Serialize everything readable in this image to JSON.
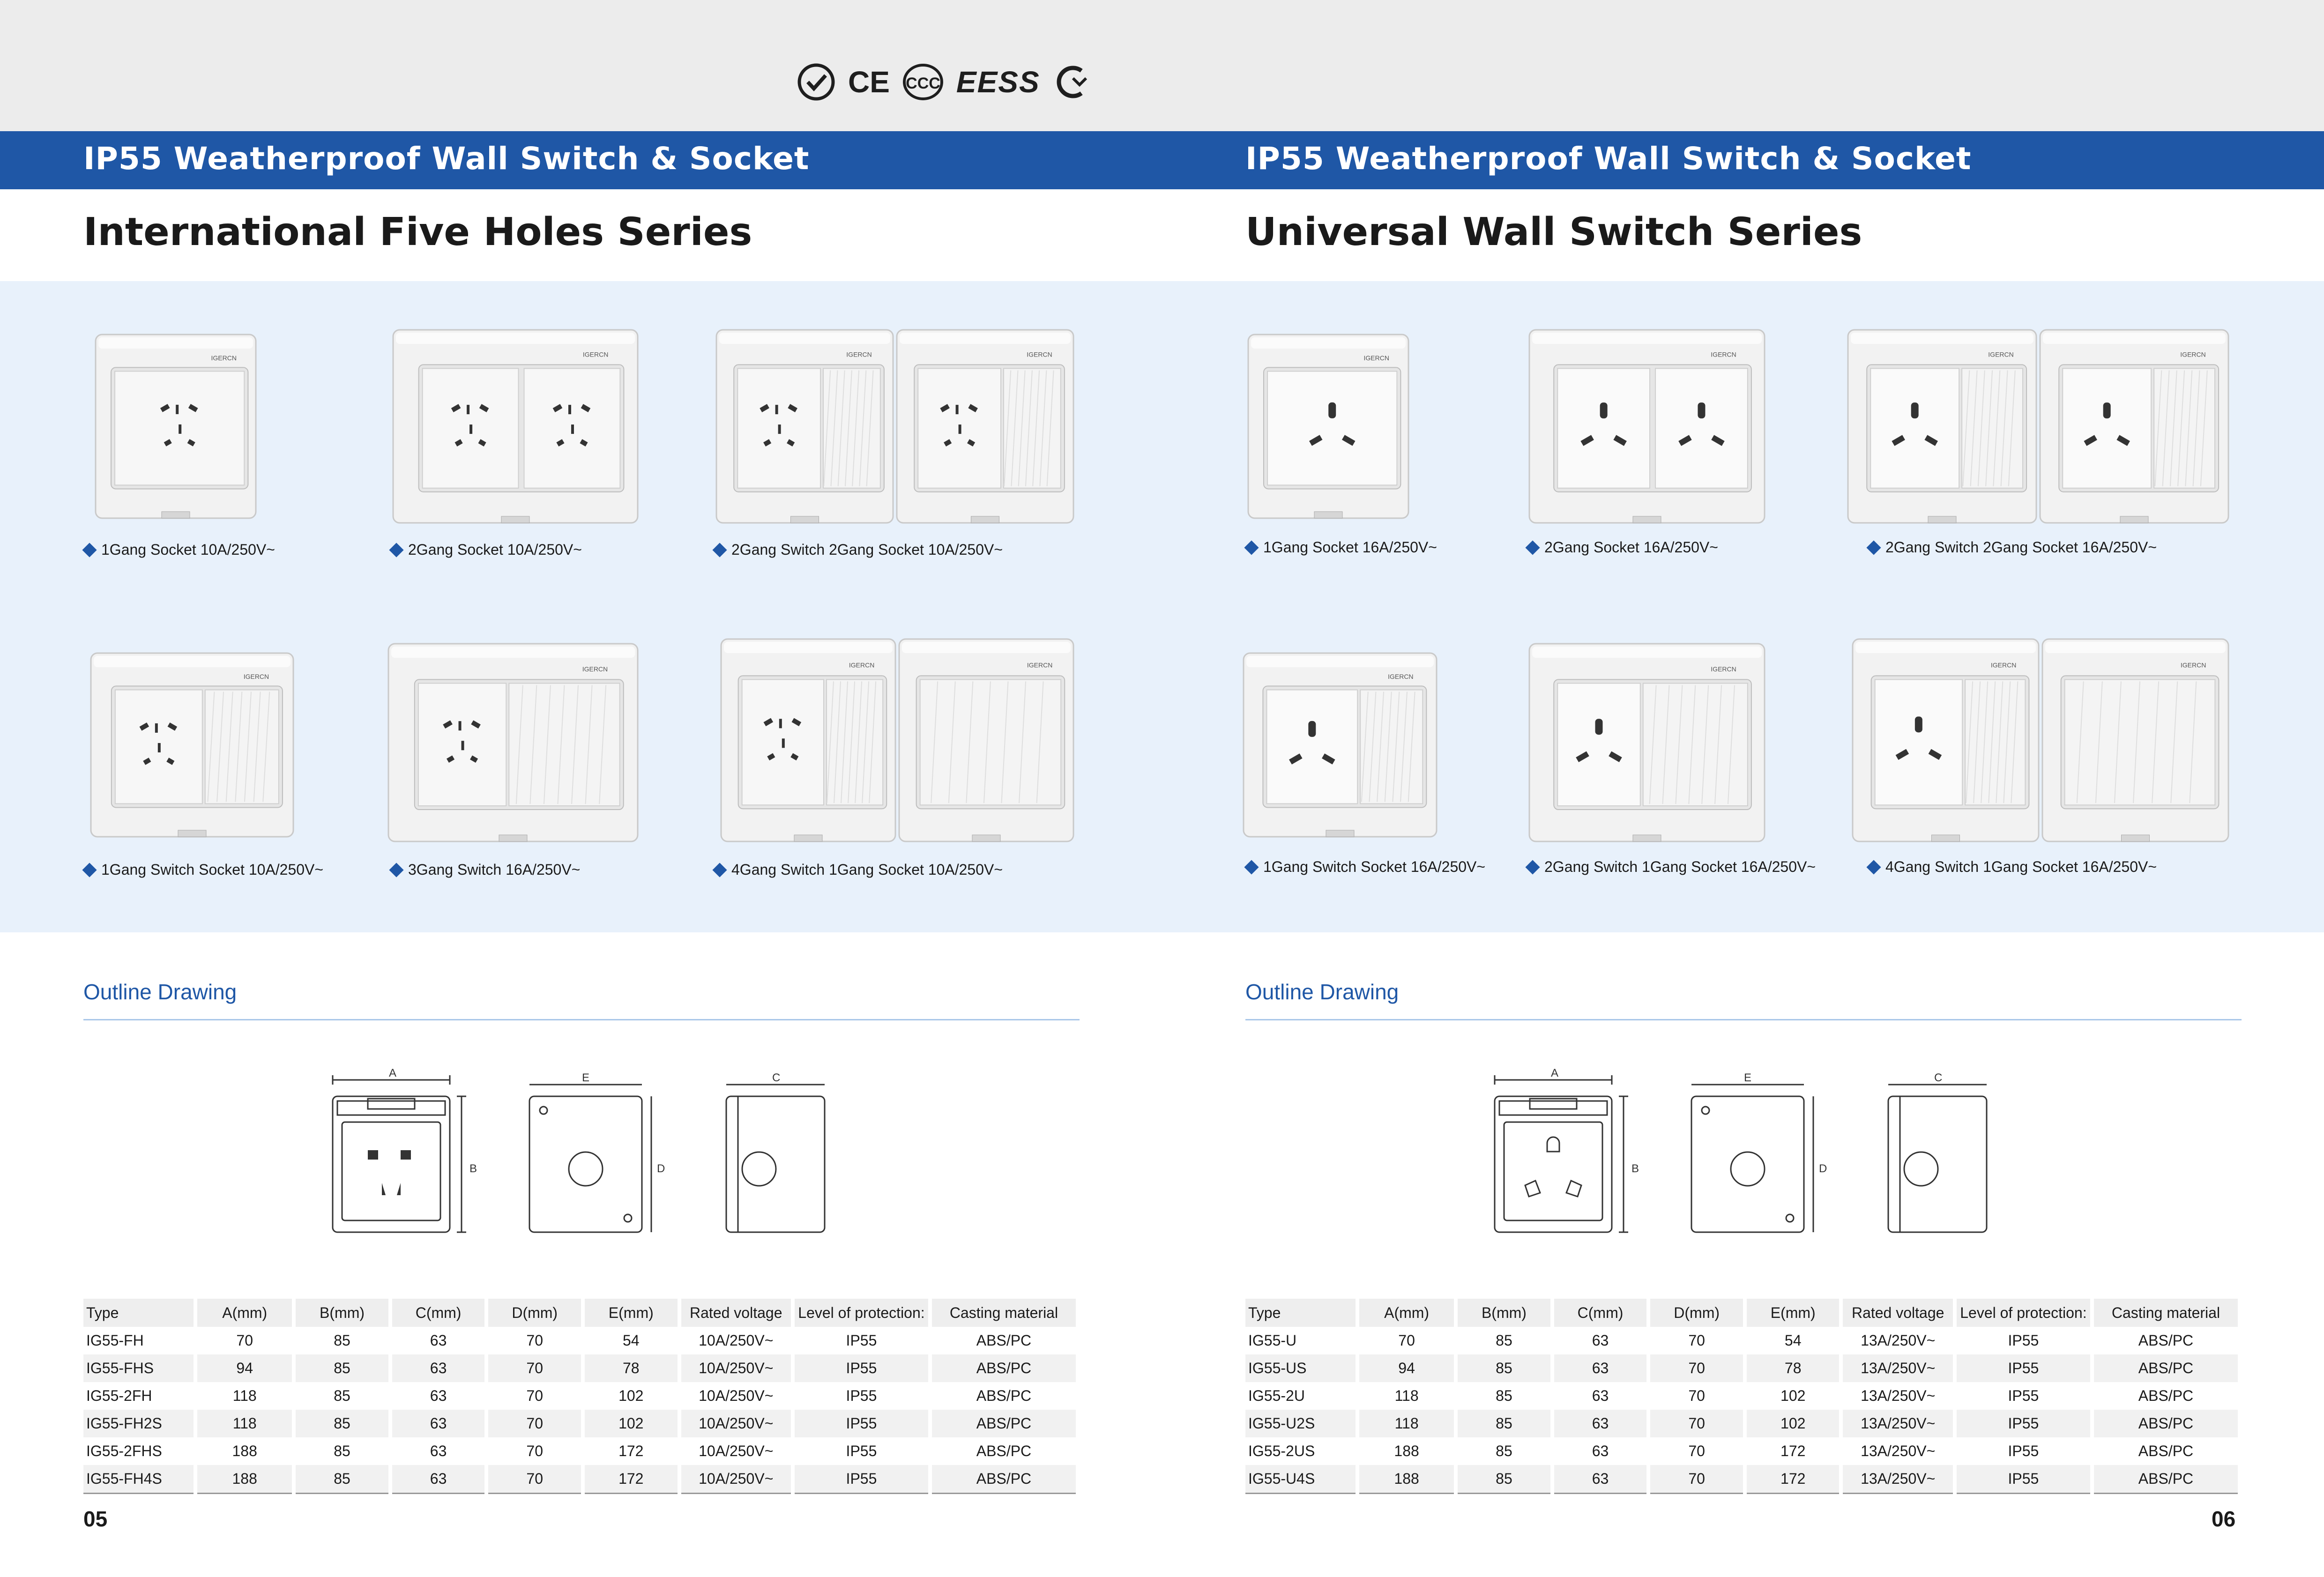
{
  "header": {
    "certifications": [
      {
        "icon": "badge-check-icon"
      },
      {
        "label": "CE"
      },
      {
        "label": "CCC"
      },
      {
        "label": "EESS"
      },
      {
        "icon": "c-mark-icon"
      }
    ]
  },
  "left_page": {
    "band_title": "IP55 Weatherproof Wall Switch & Socket",
    "series_title": "International Five Holes Series",
    "products": [
      {
        "caption": "1Gang Socket 10A/250V~"
      },
      {
        "caption": "2Gang Socket 10A/250V~"
      },
      {
        "caption": "2Gang Switch 2Gang Socket 10A/250V~"
      },
      {
        "caption": "1Gang Switch Socket 10A/250V~"
      },
      {
        "caption": "3Gang Switch 16A/250V~"
      },
      {
        "caption": "4Gang Switch 1Gang Socket 10A/250V~"
      }
    ],
    "brand_mark": "IGERCN",
    "outline_title": "Outline Drawing",
    "dim_labels": {
      "a": "A",
      "b": "B",
      "e": "E",
      "d": "D",
      "c": "C"
    },
    "table": {
      "headers": [
        "Type",
        "A(mm)",
        "B(mm)",
        "C(mm)",
        "D(mm)",
        "E(mm)",
        "Rated voltage",
        "Level of protection:",
        "Casting material"
      ],
      "rows": [
        [
          "IG55-FH",
          "70",
          "85",
          "63",
          "70",
          "54",
          "10A/250V~",
          "IP55",
          "ABS/PC"
        ],
        [
          "IG55-FHS",
          "94",
          "85",
          "63",
          "70",
          "78",
          "10A/250V~",
          "IP55",
          "ABS/PC"
        ],
        [
          "IG55-2FH",
          "118",
          "85",
          "63",
          "70",
          "102",
          "10A/250V~",
          "IP55",
          "ABS/PC"
        ],
        [
          "IG55-FH2S",
          "118",
          "85",
          "63",
          "70",
          "102",
          "10A/250V~",
          "IP55",
          "ABS/PC"
        ],
        [
          "IG55-2FHS",
          "188",
          "85",
          "63",
          "70",
          "172",
          "10A/250V~",
          "IP55",
          "ABS/PC"
        ],
        [
          "IG55-FH4S",
          "188",
          "85",
          "63",
          "70",
          "172",
          "10A/250V~",
          "IP55",
          "ABS/PC"
        ]
      ]
    },
    "page_number": "05"
  },
  "right_page": {
    "band_title": "IP55 Weatherproof Wall Switch & Socket",
    "series_title": "Universal Wall Switch Series",
    "products": [
      {
        "caption": "1Gang Socket 16A/250V~"
      },
      {
        "caption": "2Gang Socket 16A/250V~"
      },
      {
        "caption": "2Gang Switch 2Gang Socket 16A/250V~"
      },
      {
        "caption": "1Gang Switch Socket 16A/250V~"
      },
      {
        "caption": "2Gang Switch 1Gang Socket 16A/250V~"
      },
      {
        "caption": "4Gang Switch 1Gang Socket 16A/250V~"
      }
    ],
    "brand_mark": "IGERCN",
    "outline_title": "Outline Drawing",
    "dim_labels": {
      "a": "A",
      "b": "B",
      "e": "E",
      "d": "D",
      "c": "C"
    },
    "table": {
      "headers": [
        "Type",
        "A(mm)",
        "B(mm)",
        "C(mm)",
        "D(mm)",
        "E(mm)",
        "Rated voltage",
        "Level of protection:",
        "Casting material"
      ],
      "rows": [
        [
          "IG55-U",
          "70",
          "85",
          "63",
          "70",
          "54",
          "13A/250V~",
          "IP55",
          "ABS/PC"
        ],
        [
          "IG55-US",
          "94",
          "85",
          "63",
          "70",
          "78",
          "13A/250V~",
          "IP55",
          "ABS/PC"
        ],
        [
          "IG55-2U",
          "118",
          "85",
          "63",
          "70",
          "102",
          "13A/250V~",
          "IP55",
          "ABS/PC"
        ],
        [
          "IG55-U2S",
          "118",
          "85",
          "63",
          "70",
          "102",
          "13A/250V~",
          "IP55",
          "ABS/PC"
        ],
        [
          "IG55-2US",
          "188",
          "85",
          "63",
          "70",
          "172",
          "13A/250V~",
          "IP55",
          "ABS/PC"
        ],
        [
          "IG55-U4S",
          "188",
          "85",
          "63",
          "70",
          "172",
          "13A/250V~",
          "IP55",
          "ABS/PC"
        ]
      ]
    },
    "page_number": "06"
  }
}
